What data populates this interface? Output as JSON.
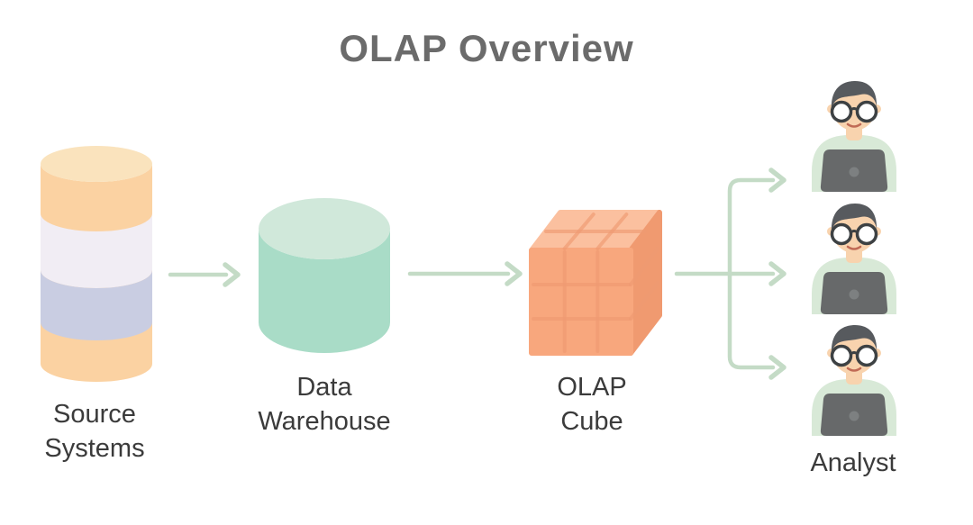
{
  "title": "OLAP Overview",
  "diagram": {
    "nodes": [
      {
        "id": "source-systems",
        "label": "Source Systems",
        "shape": "stacked-cylinder"
      },
      {
        "id": "data-warehouse",
        "label": "Data Warehouse",
        "shape": "cylinder"
      },
      {
        "id": "olap-cube",
        "label": "OLAP Cube",
        "shape": "3d-cube-3x3-grid"
      },
      {
        "id": "analyst",
        "label": "Analyst",
        "shape": "person-with-laptop",
        "count": 3
      }
    ],
    "edges": [
      {
        "from": "source-systems",
        "to": "data-warehouse"
      },
      {
        "from": "data-warehouse",
        "to": "olap-cube"
      },
      {
        "from": "olap-cube",
        "to": "analyst-1"
      },
      {
        "from": "olap-cube",
        "to": "analyst-2"
      },
      {
        "from": "olap-cube",
        "to": "analyst-3"
      }
    ]
  },
  "colors": {
    "title-gray": "#6b6b6b",
    "label-dark": "#3b3b3b",
    "arrow-green": "#c4dbc6",
    "src-orange": "#fbd2a2",
    "src-top": "#fae3bd",
    "src-white-band": "#f1edf4",
    "src-lavender-band": "#c9cde2",
    "dw-body": "#a9dcc7",
    "dw-top": "#d0e8da",
    "cube-front": "#f8a77d",
    "cube-top": "#fbc09f",
    "cube-side": "#f09a70",
    "cube-grid": "#ee9a72",
    "person-skin": "#f8d3ae",
    "person-hair": "#575a5e",
    "person-shirt": "#d8e9d7",
    "laptop-gray": "#67696a",
    "laptop-logo": "#7d8081",
    "glasses-dark": "#3d4143",
    "smile-red": "#c06a55"
  }
}
